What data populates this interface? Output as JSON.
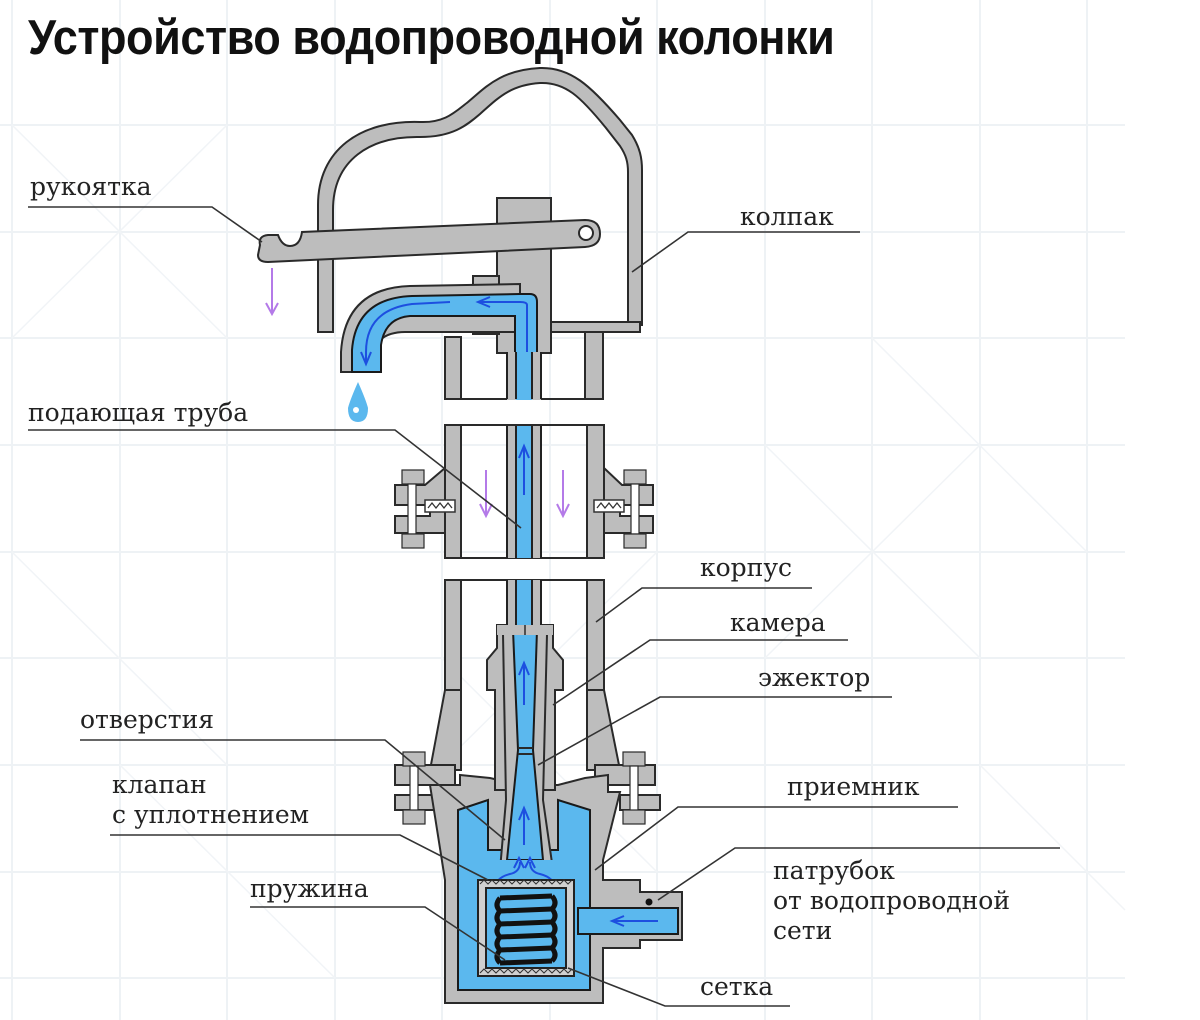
{
  "title": "Устройство водопроводной колонки",
  "colors": {
    "metal": "#bdbdbd",
    "water": "#5bb8ee",
    "flow_arrow": "#1d4fe0",
    "handle_motion_arrow": "#b47ae8",
    "outline": "#2a2a2a",
    "label_text": "#222222"
  },
  "labels": {
    "handle": "рукоятка",
    "cap": "колпак",
    "supply_pipe": "подающая труба",
    "body": "корпус",
    "chamber": "камера",
    "ejector": "эжектор",
    "holes": "отверстия",
    "valve_line1": "клапан",
    "valve_line2": "с уплотнением",
    "receiver": "приемник",
    "nozzle_line1": "патрубок",
    "nozzle_line2": "от водопроводной",
    "nozzle_line3": "сети",
    "spring": "пружина",
    "mesh": "сетка"
  },
  "icons": {
    "water_drop": "water-drop-icon",
    "flow_arrows": "arrow-icon"
  }
}
